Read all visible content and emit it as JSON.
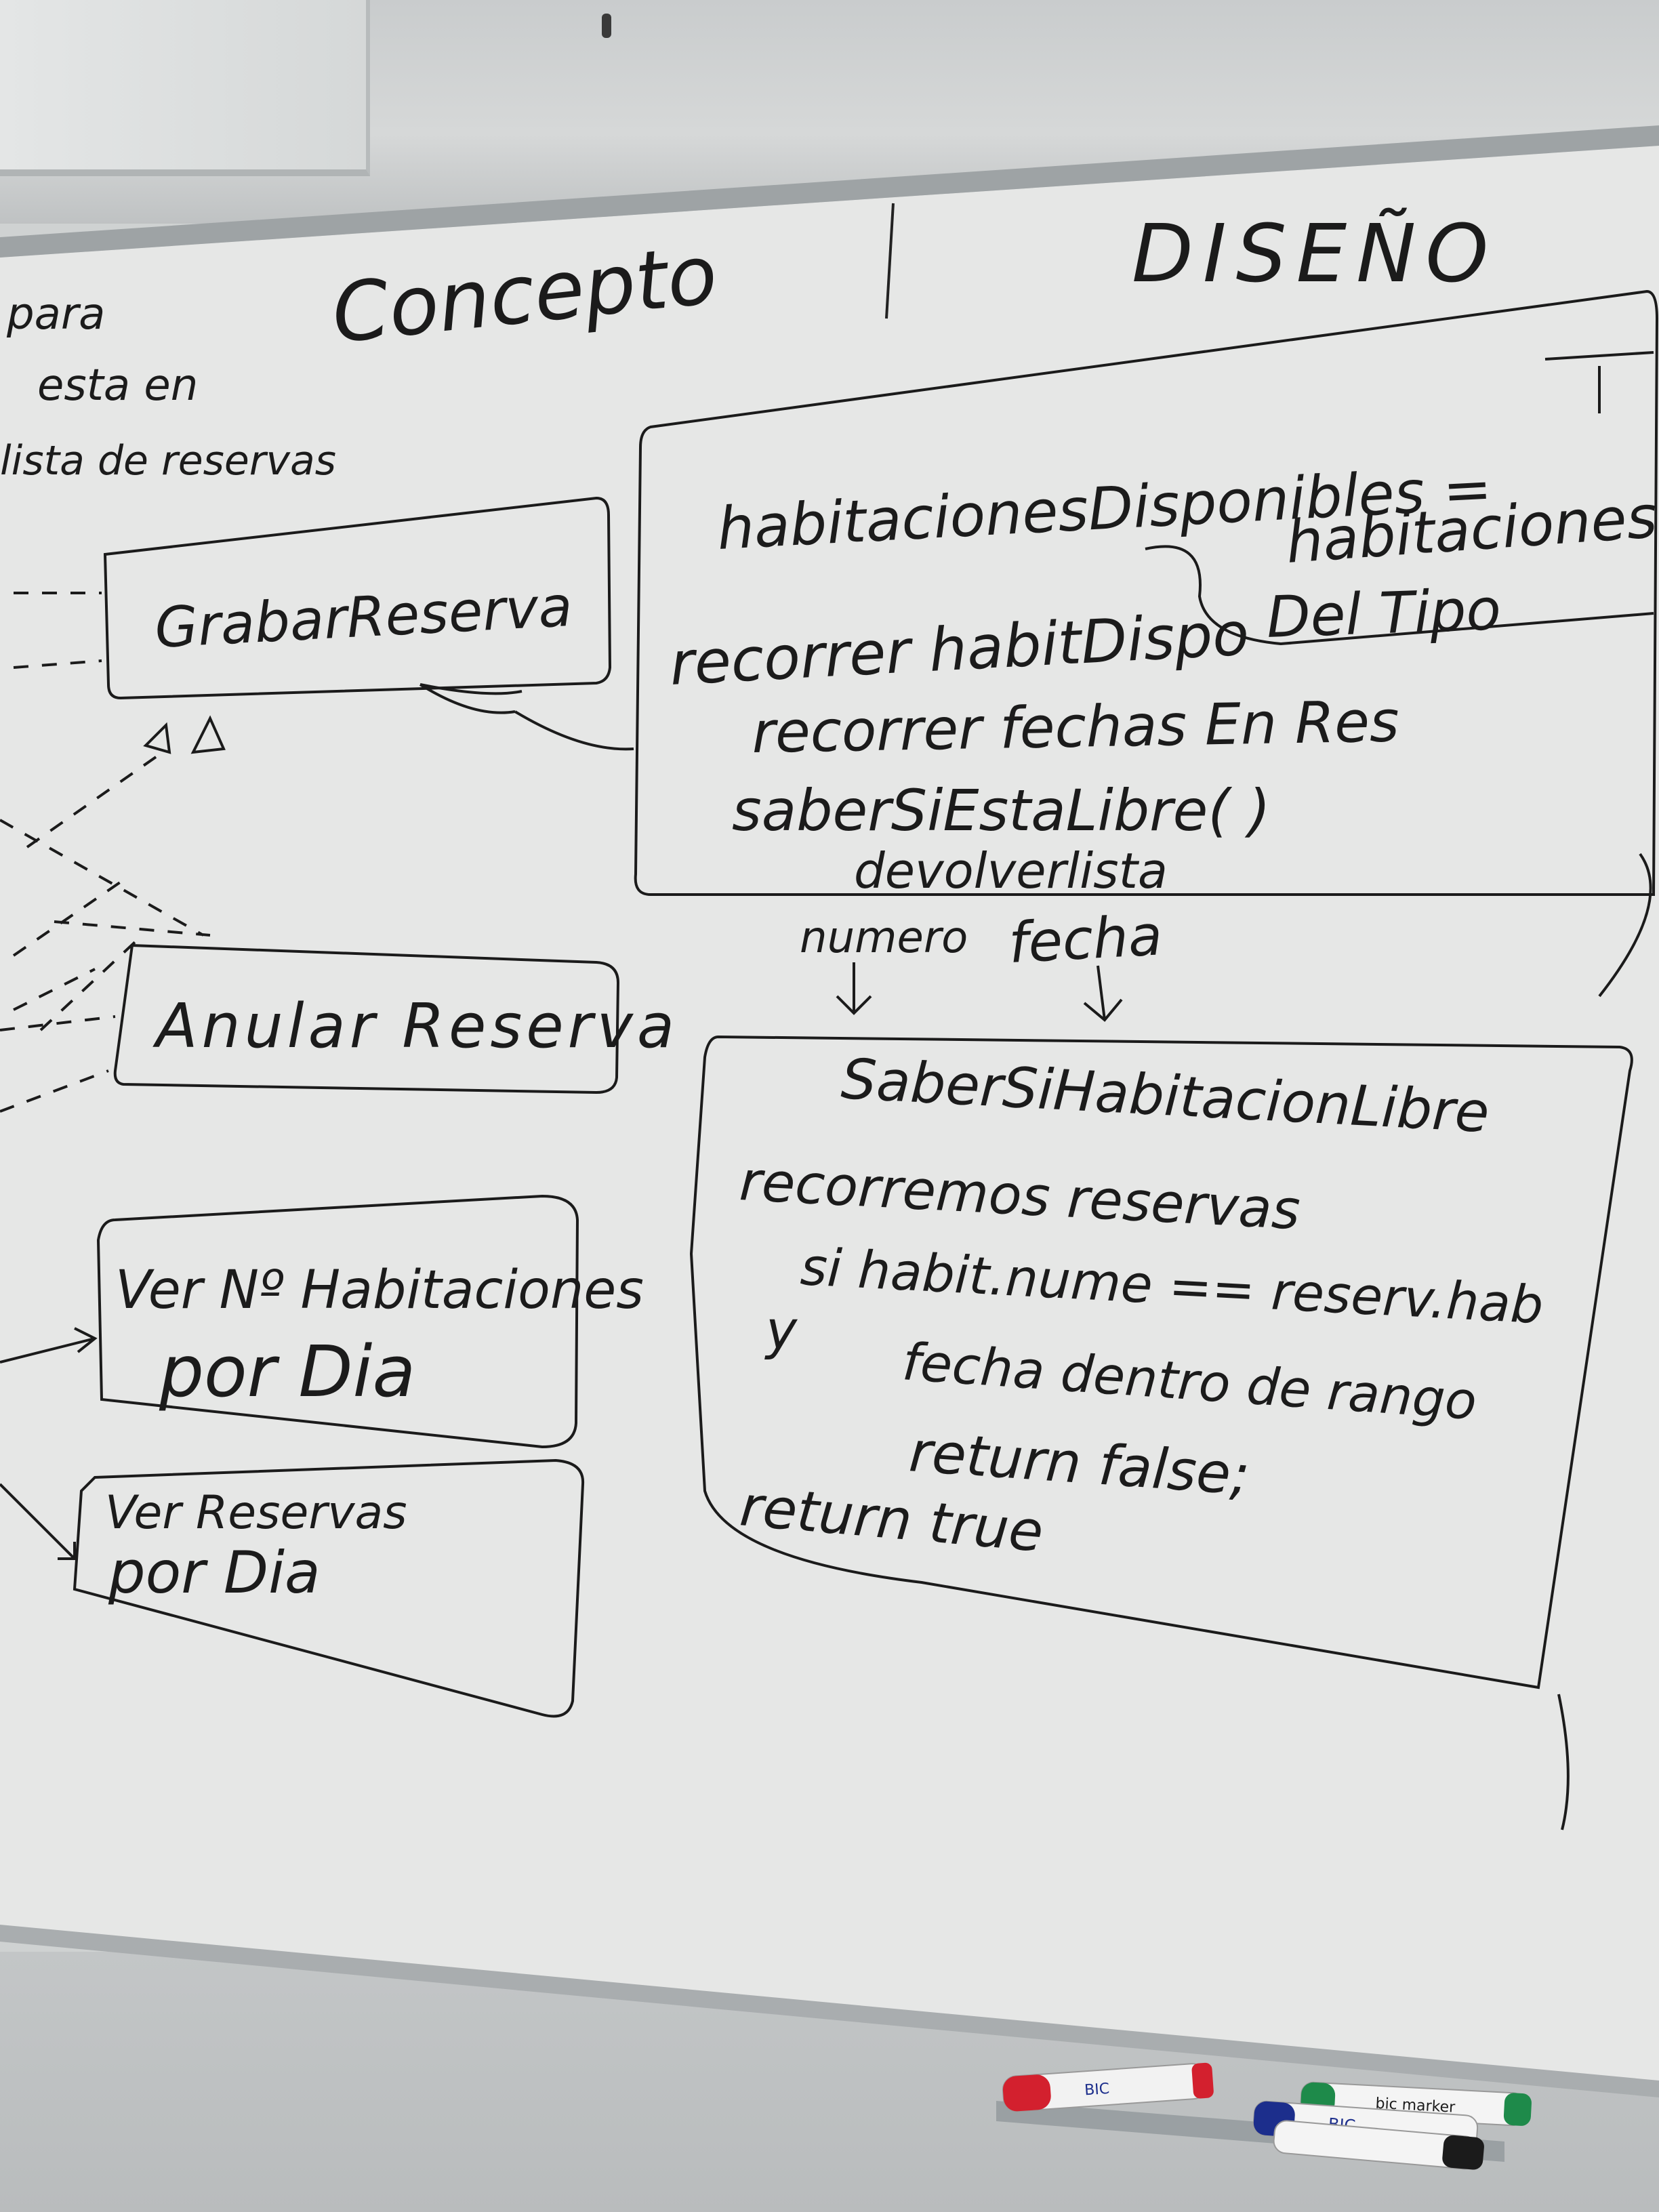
{
  "board": {
    "header": {
      "concept_title": "Concepto",
      "design_title": "DISEÑO"
    },
    "left_notes": {
      "line1": "para",
      "line2": "esta en",
      "line3": "lista de reservas"
    },
    "concept_boxes": [
      {
        "label": "GrabarReserva"
      },
      {
        "label": "Anular Reserva"
      },
      {
        "label_line1": "Ver Nº Habitaciones",
        "label_line2": "por Dia"
      },
      {
        "label_line1": "Ver Reservas",
        "label_line2": "por Dia"
      }
    ],
    "design_box_1": {
      "signature": "habitacionesDisponibles =",
      "signature_right": "habitaciones",
      "signature_right2": "Del Tipo",
      "lines": [
        "recorrer habitDispo",
        "recorrer fechas En Res",
        "saberSiEstaLibre( )",
        "devolverlista"
      ]
    },
    "params": {
      "p1": "numero",
      "p2": "fecha"
    },
    "design_box_2": {
      "title": "SaberSiHabitacionLibre",
      "lines": [
        "recorremos reservas",
        "si habit.nume == reserv.hab",
        "y",
        "fecha dentro de rango",
        "return false;",
        "return true"
      ]
    },
    "markers": {
      "red_marker_brand": "BIC",
      "green_marker_brand": "bic marker",
      "blue_marker_brand": "BIC",
      "colors": {
        "red": "#d3202e",
        "green": "#1e8a4a",
        "blue": "#1c2e8c",
        "black": "#1b1b1b"
      }
    }
  }
}
